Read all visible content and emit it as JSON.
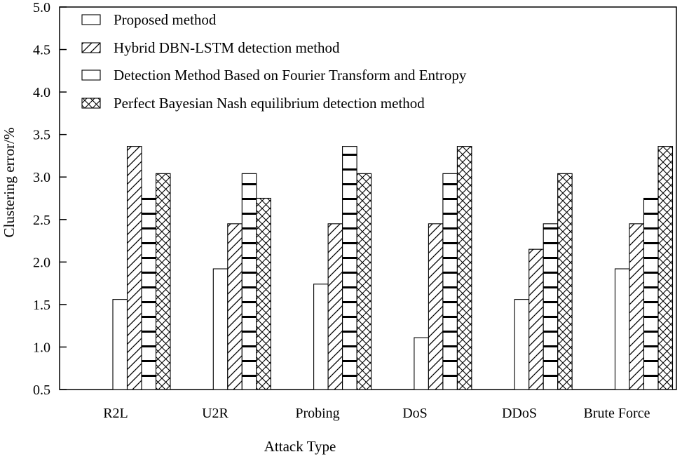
{
  "chart_data": {
    "type": "bar",
    "xlabel": "Attack Type",
    "ylabel": "Clustering error/%",
    "ylim": [
      0.5,
      5.0
    ],
    "yticks": [
      "0.5",
      "1.0",
      "1.5",
      "2.0",
      "2.5",
      "3.0",
      "3.5",
      "4.0",
      "4.5",
      "5.0"
    ],
    "categories": [
      "R2L",
      "U2R",
      "Probing",
      "DoS",
      "DDoS",
      "Brute Force"
    ],
    "legend_position": "top-left",
    "series": [
      {
        "name": "Proposed method",
        "pattern": "plain",
        "values": [
          1.56,
          1.92,
          1.74,
          1.11,
          1.56,
          1.92
        ]
      },
      {
        "name": "Hybrid DBN-LSTM detection method",
        "pattern": "diagonal-hatch",
        "values": [
          3.36,
          2.45,
          2.45,
          2.45,
          2.15,
          2.45
        ]
      },
      {
        "name": "Detection Method Based on Fourier Transform and Entropy",
        "pattern": "horizontal-lines",
        "values": [
          2.75,
          3.04,
          3.36,
          3.04,
          2.45,
          2.75
        ]
      },
      {
        "name": "Perfect Bayesian Nash equilibrium detection method",
        "pattern": "crosshatch",
        "values": [
          3.04,
          2.75,
          3.04,
          3.36,
          3.04,
          3.36
        ]
      }
    ]
  }
}
